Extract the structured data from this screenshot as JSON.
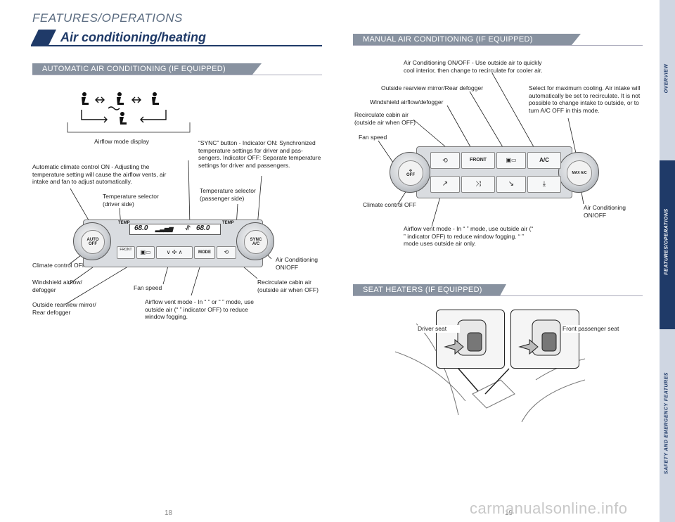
{
  "header": {
    "section": "FEATURES/OPERATIONS",
    "title": "Air conditioning/heating"
  },
  "banners": {
    "automatic": "AUTOMATIC AIR CONDITIONING (IF EQUIPPED)",
    "manual": "MANUAL AIR CONDITIONING (IF EQUIPPED)",
    "seat": "SEAT HEATERS (IF EQUIPPED)"
  },
  "auto_panel": {
    "labels": {
      "airflow_display": "Airflow mode display",
      "sync": "“SYNC” button - Indicator ON: Synchronized temperature settings for driver and pas-sengers. Indicator OFF: Separate temperature settings for driver and passengers.",
      "auto": "Automatic climate control ON - Adjusting the temperature setting will cause the airflow vents, air intake and fan to adjust automatically.",
      "temp_driver": "Temperature selector (driver side)",
      "temp_passenger": "Temperature selector (passenger side)",
      "climate_off": "Climate control OFF",
      "windshield": "Windshield airflow/ defogger",
      "rear_defog": "Outside rearview mirror/ Rear defogger",
      "fan_speed": "Fan speed",
      "airflow_vent": "Airflow vent mode - In “  ” or “  ” mode, use outside air (“  ” indicator OFF) to reduce window fogging.",
      "recirculate": "Recirculate cabin air (outside air when OFF)",
      "ac": "Air Conditioning ON/OFF"
    },
    "controls": {
      "temp_label": "TEMP",
      "auto_label": "AUTO",
      "off_label": "OFF",
      "sync_label": "SYNC",
      "ac_label": "A/C",
      "mode_label": "MODE",
      "front_label": "FRONT",
      "lcd_left": "68.0",
      "lcd_right": "68.0"
    }
  },
  "manual_panel": {
    "labels": {
      "ac_desc": "Air Conditioning ON/OFF - Use outside air to quickly cool interior, then change to recirculate for cooler air.",
      "rear_defog": "Outside rearview mirror/Rear defogger",
      "max_cool": "Select for maximum cooling. Air intake will automatically be set to recirculate. It is not possible to change intake to outside, or to turn A/C OFF in this mode.",
      "windshield": "Windshield airflow/defogger",
      "recirculate": "Recirculate cabin air (outside air when OFF)",
      "fan_speed": "Fan speed",
      "climate_off": "Climate control OFF",
      "ac": "Air Conditioning ON/OFF",
      "airflow_vent": "Airflow vent mode - In “  ” mode, use outside air (“  ” indicator OFF) to reduce window fogging. “  ” mode uses outside air only."
    },
    "controls": {
      "front_label": "FRONT",
      "ac_label": "A/C",
      "max_label": "MAX A/C",
      "off_label": "OFF"
    }
  },
  "seat": {
    "driver": "Driver seat",
    "passenger": "Front passenger seat"
  },
  "sidebar": {
    "overview": "OVERVIEW",
    "features": "FEATURES/OPERATIONS",
    "safety": "SAFETY AND EMERGENCY FEATURES"
  },
  "page_numbers": {
    "left": "18",
    "right": "19"
  },
  "watermark": "carmanualsonline.info"
}
